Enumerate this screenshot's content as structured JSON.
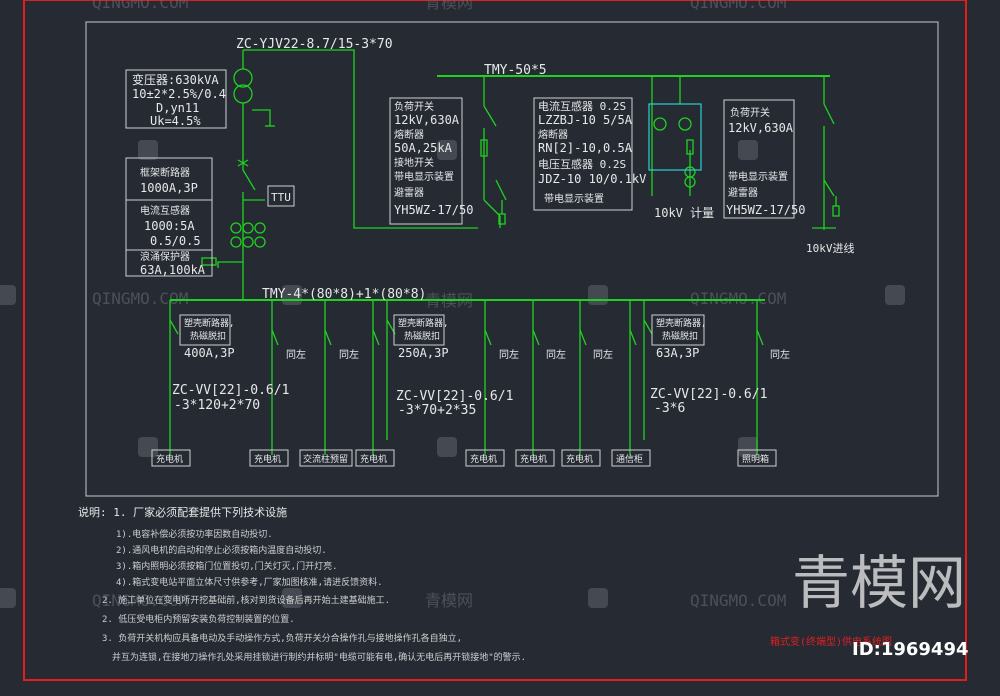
{
  "watermark": {
    "brand_latin": "QINGMO.COM",
    "brand_cn": "青模网",
    "large_cn": "青模网",
    "id_text": "ID:1969494"
  },
  "cable_top": "ZC-YJV22-8.7/15-3*70",
  "transformer": {
    "lines": [
      "变压器:630kVA",
      "10±2*2.5%/0.4",
      "D,yn11",
      "Uk=4.5%"
    ]
  },
  "lv_incomer": {
    "breaker_title": "框架断路器",
    "breaker_rating": "1000A,3P",
    "ct_title": "电流互感器",
    "ct_ratio": "1000:5A",
    "ct_class": "0.5/0.5",
    "spd_title": "浪涌保护器",
    "spd_rating": "63A,100kA",
    "ttu_label": "TTU"
  },
  "hv_bus_label": "TMY-50*5",
  "hv_load_switch": {
    "l1": "负荷开关",
    "l2": "12kV,630A",
    "l3": "熔断器",
    "l4": "50A,25kA",
    "l5": "接地开关",
    "l6": "带电显示装置",
    "l7": "避雷器",
    "l8": "YH5WZ-17/50"
  },
  "metering": {
    "l1": "电流互感器 0.2S",
    "l2": "LZZBJ-10 5/5A",
    "l3": "熔断器",
    "l4": "RN[2]-10,0.5A",
    "l5": "电压互感器 0.2S",
    "l6": "JDZ-10 10/0.1kV",
    "l7": "带电显示装置",
    "caption": "10kV 计量"
  },
  "hv_incoming": {
    "l1": "负荷开关",
    "l2": "12kV,630A",
    "l3": "带电显示装置",
    "l4": "避雷器",
    "l5": "YH5WZ-17/50",
    "caption": "10kV进线"
  },
  "lv_bus_label": "TMY-4*(80*8)+1*(80*8)",
  "feeders": [
    {
      "title1": "塑壳断路器,",
      "title2": "热磁脱扣",
      "rating": "400A,3P",
      "cable1": "ZC-VV[22]-0.6/1",
      "cable2": "-3*120+2*70"
    },
    {
      "title1": "塑壳断路器,",
      "title2": "热磁脱扣",
      "rating": "250A,3P",
      "cable1": "ZC-VV[22]-0.6/1",
      "cable2": "-3*70+2*35"
    },
    {
      "title1": "塑壳断路器,",
      "title2": "热磁脱扣",
      "rating": "63A,3P",
      "cable1": "ZC-VV[22]-0.6/1",
      "cable2": "-3*6"
    }
  ],
  "same_label": "同左",
  "loads": [
    "充电机",
    "充电机",
    "交流柱预留",
    "充电机",
    "充电机",
    "充电机",
    "充电机",
    "通信柜",
    "照明箱"
  ],
  "notes": {
    "title": "说明: 1. 厂家必须配套提供下列技术设施",
    "items": [
      "1).电容补偿必须按功率因数自动投切.",
      "2).通风电机的启动和停止必须按箱内温度自动投切.",
      "3).箱内照明必须按箱门位置投切,门关灯灭,门开灯亮.",
      "4).箱式变电站平面立体尺寸供参考,厂家加图核准,请进反馈资料.",
      "2. 施工单位在变电所开挖基础前,核对到货设备后再开始土建基础施工.",
      "2. 低压受电柜内预留安装负荷控制装置的位置.",
      "3. 负荷开关机构应具备电动及手动操作方式,负荷开关分合操作孔与接地操作孔各自独立,",
      "并互为连锁,在接地刀操作孔处采用挂锁进行制约并标明\"电缆可能有电,确认无电后再开锁接地\"的警示."
    ]
  },
  "drawing_title": "箱式变(终端型)供电系统图",
  "colors": {
    "background": "#252a33",
    "wire_green": "#1fd21f",
    "frame_red": "#e01e1e",
    "text": "#e8e8e8"
  }
}
